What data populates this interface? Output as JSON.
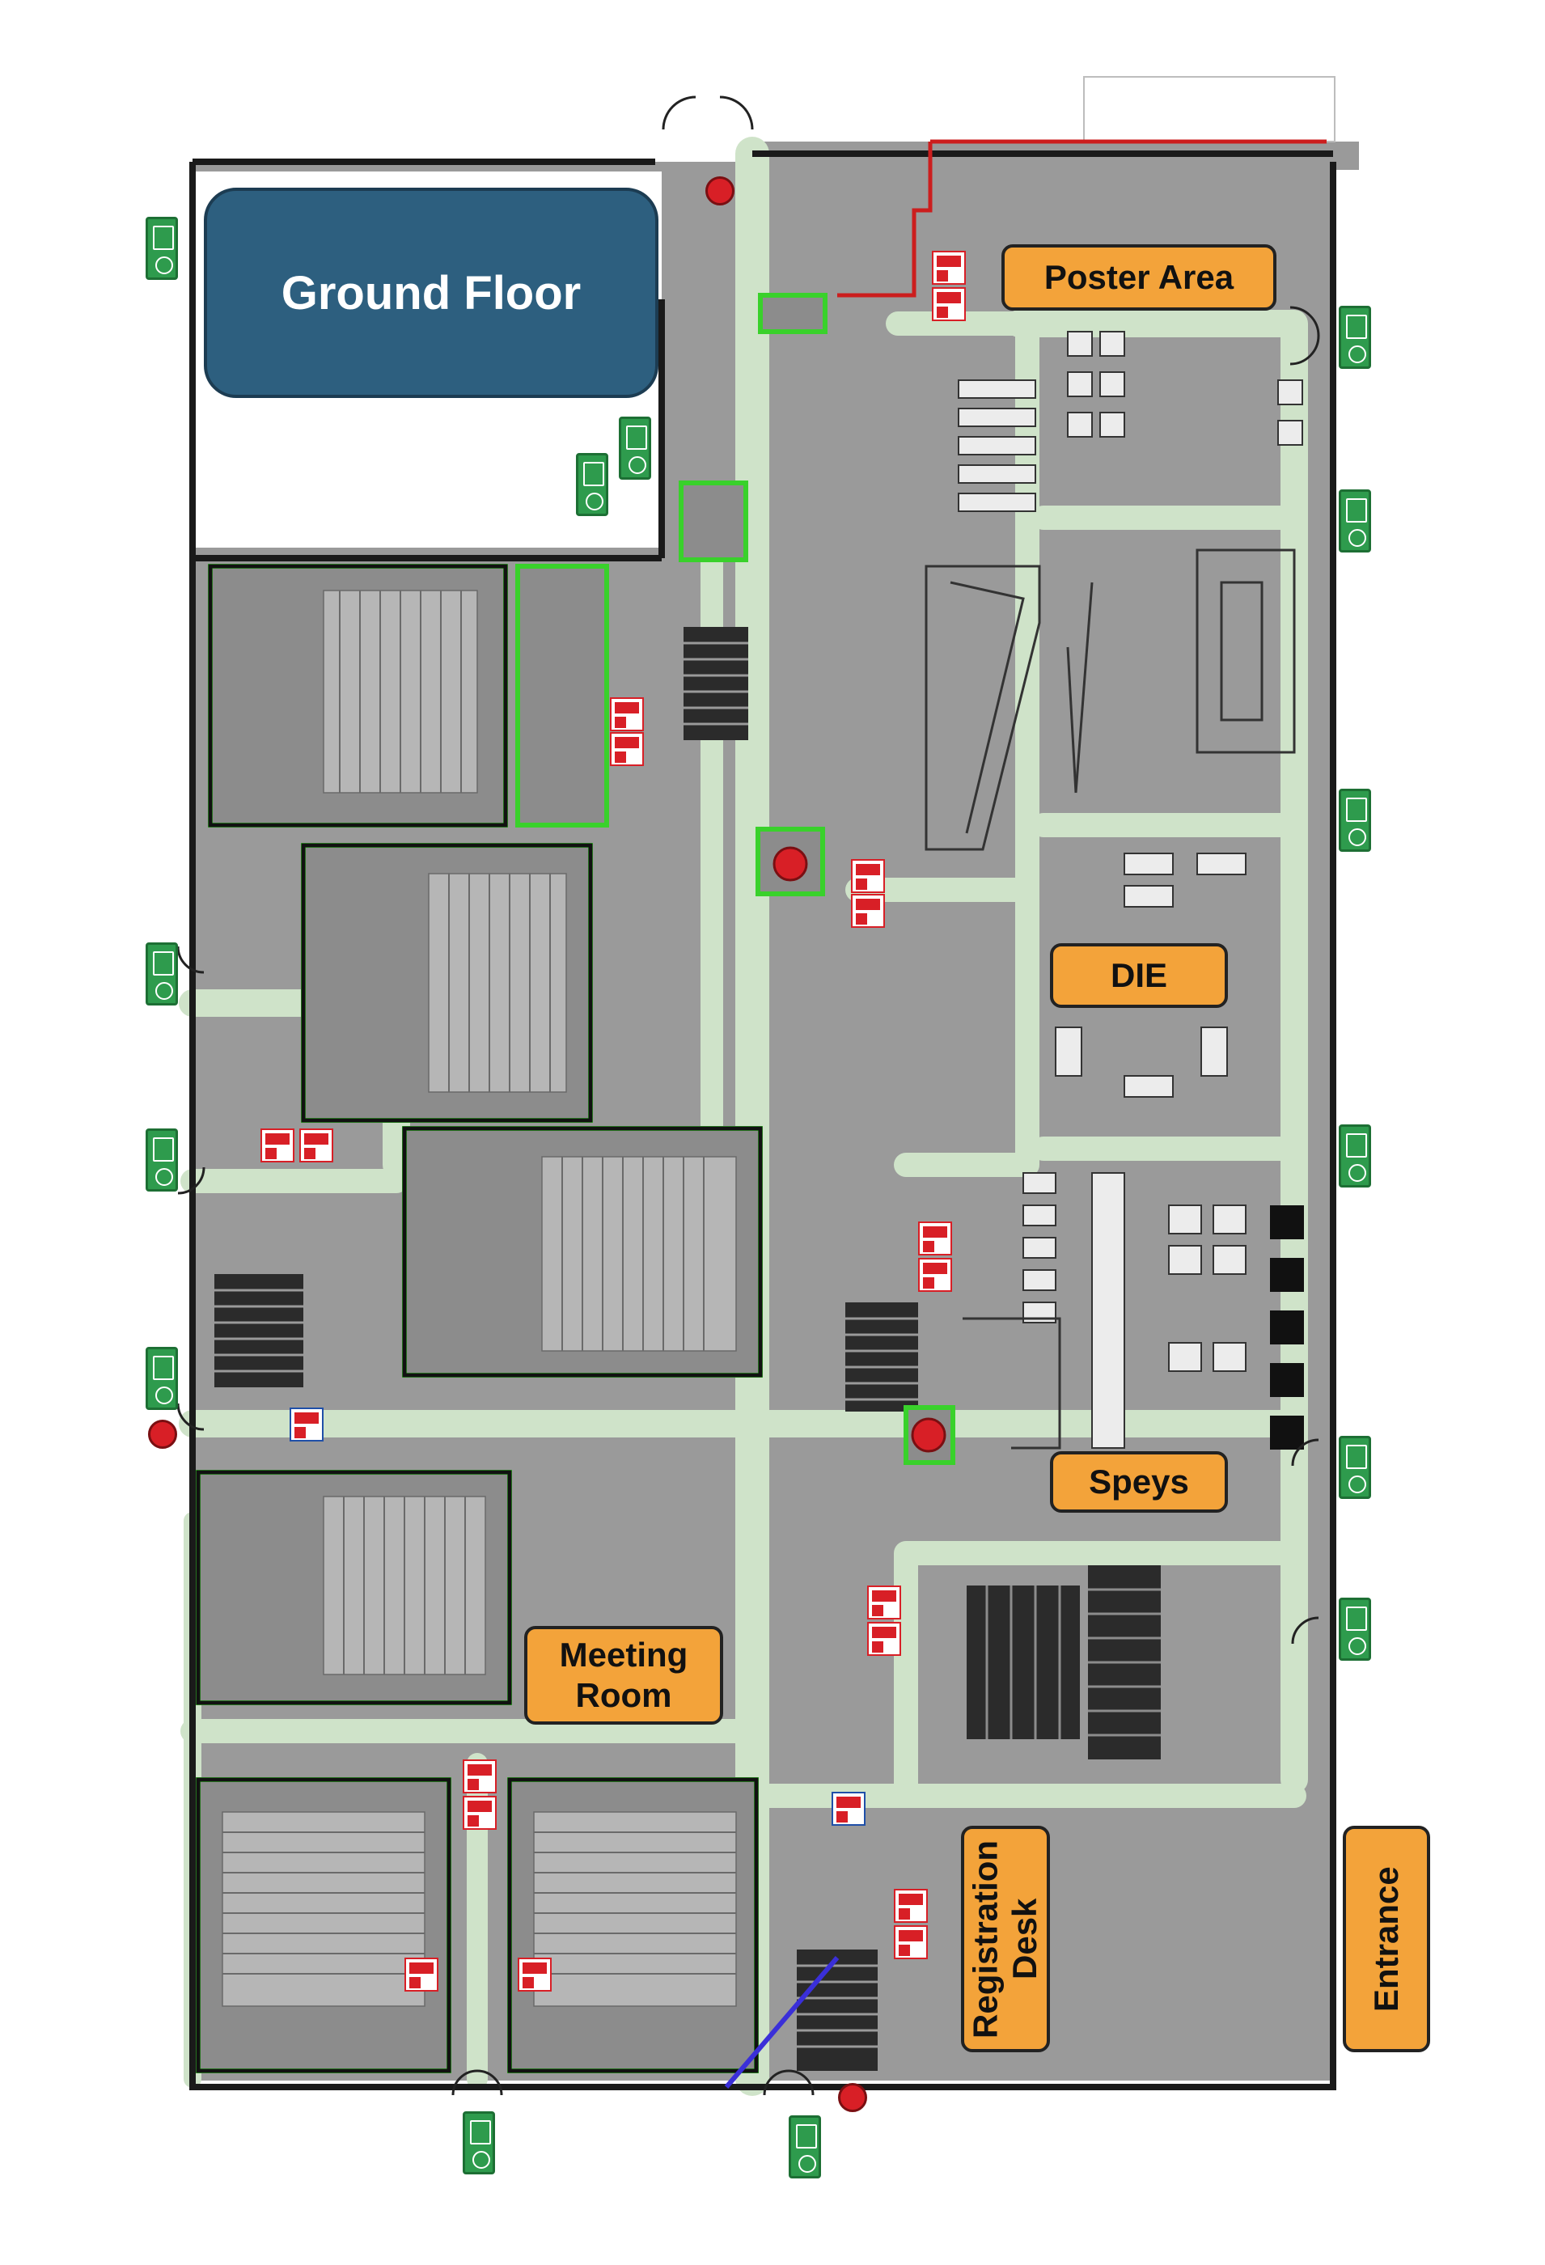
{
  "map": {
    "title": "Ground Floor",
    "areas": {
      "poster_area": "Poster Area",
      "die": "DIE",
      "speys": "Speys",
      "meeting_room": "Meeting Room",
      "registration_desk": "Registration Desk",
      "entrance": "Entrance"
    },
    "colors": {
      "floor": "#9a9a9a",
      "walls": "#1a1a1a",
      "route": "#cfe3c9",
      "route_outline": "#39d12b",
      "label_fill": "#f3a33a",
      "title_fill": "#2d5f7f",
      "exit_sign": "#2e9b4d",
      "fire_equipment": "#d81f26",
      "alarm": "#1f4fa8"
    },
    "icons": [
      "emergency-exit-sign-icon",
      "fire-extinguisher-icon",
      "fire-hose-reel-icon",
      "fire-alarm-icon",
      "door-swing-icon",
      "stairs-icon",
      "elevator-icon"
    ]
  }
}
